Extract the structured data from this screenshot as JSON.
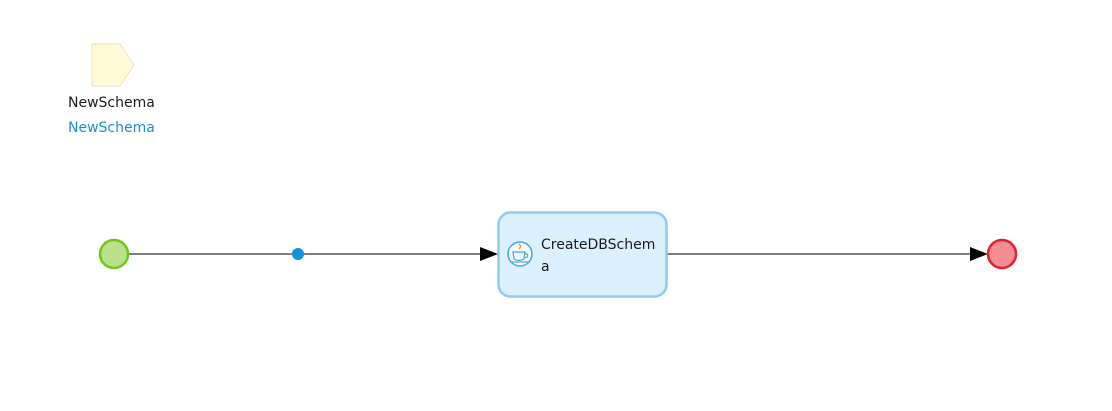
{
  "parameter": {
    "name": "NewSchema",
    "type": "NewSchema"
  },
  "activity": {
    "label": "CreateDBSchema",
    "icon": "java-action-icon"
  },
  "colors": {
    "start_fill": "#b9e08a",
    "start_stroke": "#6cc619",
    "end_fill": "#f48d93",
    "end_stroke": "#e0202c",
    "activity_fill": "#dcefff",
    "activity_stroke": "#8ecbef",
    "parameter_fill": "#fffbd9",
    "parameter_stroke": "#f0deb0",
    "merge_dot": "#0e92db",
    "flow_line": "#000000",
    "parameter_type_text": "#1d8fd1"
  }
}
